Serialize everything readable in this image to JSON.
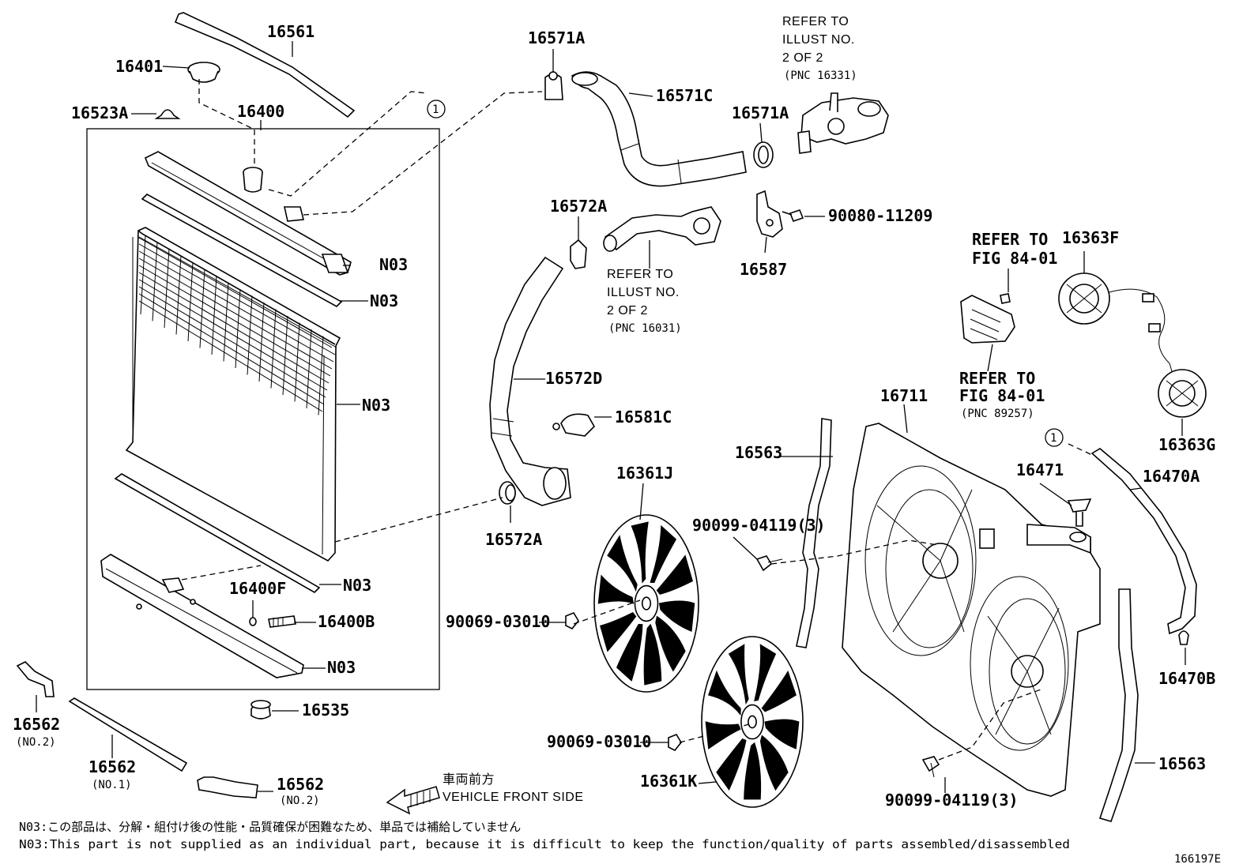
{
  "diagram_id": "166197E",
  "parts": {
    "p16561": "16561",
    "p16401": "16401",
    "p16523A": "16523A",
    "p16400": "16400",
    "p16571A_top": "16571A",
    "p16571C": "16571C",
    "p16571A_right": "16571A",
    "p16572A_top": "16572A",
    "p9008011209": "90080-11209",
    "p16587": "16587",
    "p16572D": "16572D",
    "p16581C": "16581C",
    "p16572A_bottom": "16572A",
    "p16363F": "16363F",
    "p16363G": "16363G",
    "p16711": "16711",
    "p16563_top": "16563",
    "p16471": "16471",
    "p16470A": "16470A",
    "p16361J": "16361J",
    "p9009904119_top": "90099-04119(3)",
    "p16400F": "16400F",
    "p16400B": "16400B",
    "p9006903010_top": "90069-03010",
    "p16470B": "16470B",
    "p16535": "16535",
    "p16562_left": "16562",
    "p16562_left_sub": "(NO.2)",
    "p16562_mid": "16562",
    "p16562_mid_sub": "(NO.1)",
    "p16562_right": "16562",
    "p16562_right_sub": "(NO.2)",
    "p9006903010_bottom": "90069-03010",
    "p16361K": "16361K",
    "p9009904119_bottom": "90099-04119(3)",
    "p16563_bottom": "16563",
    "n03_1": "N03",
    "n03_2": "N03",
    "n03_3": "N03",
    "n03_4": "N03",
    "n03_5": "N03"
  },
  "callout_marker": "1",
  "references": {
    "illust_16331": [
      "REFER TO",
      "ILLUST NO.",
      "2 OF 2",
      "(PNC 16331)"
    ],
    "illust_16031": [
      "REFER TO",
      "ILLUST NO.",
      "2 OF 2",
      "(PNC 16031)"
    ],
    "fig_84_01_a": [
      "REFER TO",
      "FIG 84-01"
    ],
    "fig_84_01_b": [
      "REFER TO",
      "FIG 84-01",
      "(PNC 89257)"
    ]
  },
  "direction": {
    "jp": "車両前方",
    "en": "VEHICLE FRONT SIDE"
  },
  "notes": {
    "jp": "N03:この部品は、分解・組付け後の性能・品質確保が困難なため、単品では補給していません",
    "en": "N03:This part is not supplied as an individual part, because it is difficult to keep the function/quality of parts assembled/disassembled"
  }
}
